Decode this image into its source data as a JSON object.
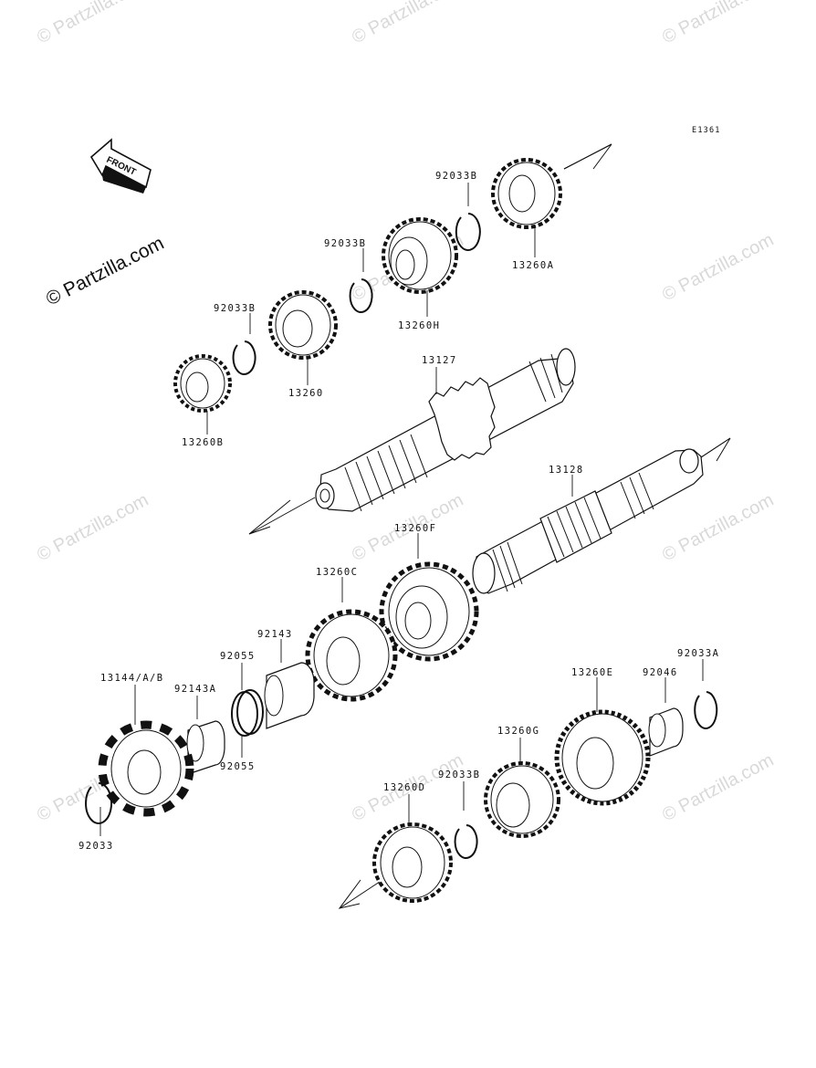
{
  "watermark": "© Partzilla.com",
  "logo": "© Partzilla.com",
  "code": "E1361",
  "front": "FRONT",
  "parts": {
    "p92033B_a": "92033B",
    "p13260A": "13260A",
    "p92033B_b": "92033B",
    "p13260H": "13260H",
    "p92033B_c": "92033B",
    "p13260": "13260",
    "p13260B": "13260B",
    "p13127": "13127",
    "p13128": "13128",
    "p13260F": "13260F",
    "p13260C": "13260C",
    "p92143": "92143",
    "p92055_a": "92055",
    "p92143A": "92143A",
    "p92055_b": "92055",
    "p13144": "13144/A/B",
    "p92033": "92033",
    "p13260E": "13260E",
    "p92046": "92046",
    "p92033A": "92033A",
    "p13260G": "13260G",
    "p92033B_d": "92033B",
    "p13260D": "13260D"
  }
}
